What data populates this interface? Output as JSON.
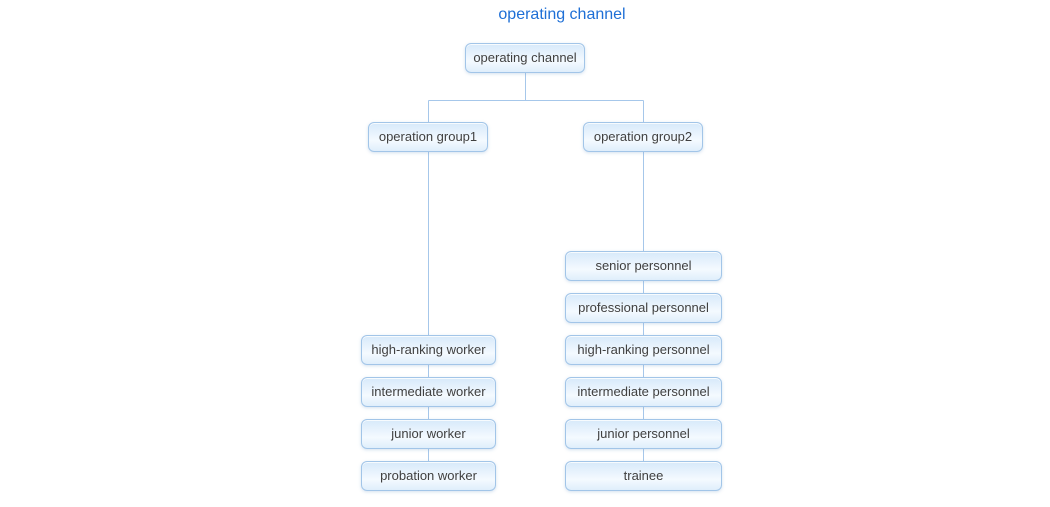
{
  "title": "operating channel",
  "colors": {
    "background": "#ffffff",
    "title": "#1e6fd6",
    "connector": "#a6c7ea",
    "node_border": "#a2c5e8",
    "node_text": "#404040",
    "node_fill_top": "#d7e9fa",
    "node_fill_mid": "#f4faff",
    "node_fill_bottom": "#dfeefb"
  },
  "root": {
    "label": "operating channel"
  },
  "groups": [
    {
      "label": "operation group1",
      "items": [
        "high-ranking worker",
        "intermediate worker",
        "junior worker",
        "probation worker"
      ]
    },
    {
      "label": "operation group2",
      "items": [
        "senior personnel",
        "professional personnel",
        "high-ranking personnel",
        "intermediate personnel",
        "junior personnel",
        "trainee"
      ]
    }
  ]
}
